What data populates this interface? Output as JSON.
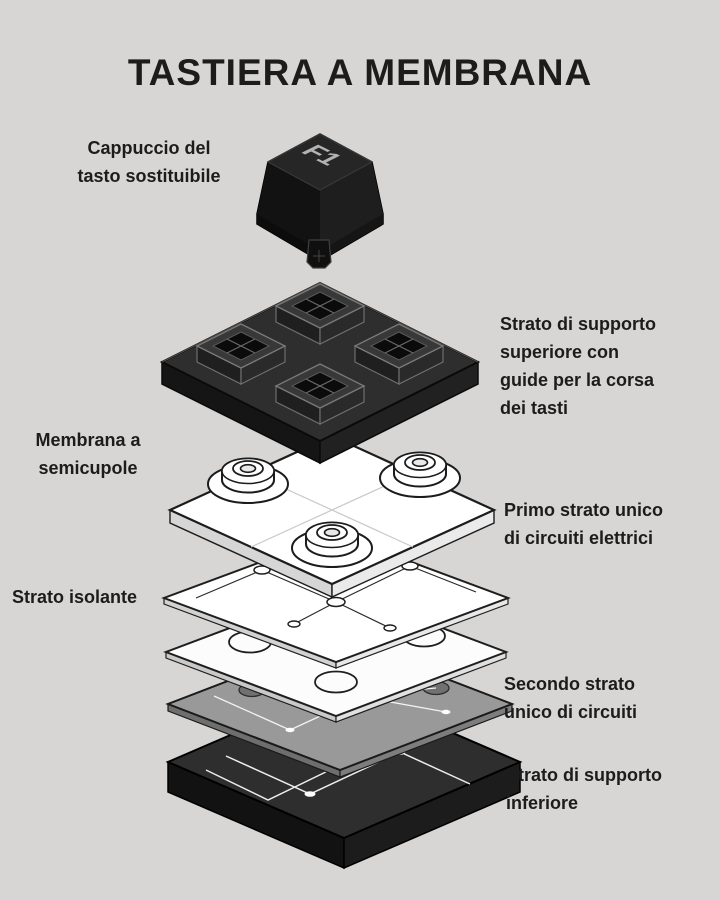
{
  "colors": {
    "background": "#d7d6d4",
    "text": "#1c1c1c",
    "dark-layer": "#2e2e2e",
    "white-layer": "#ffffff",
    "gray-layer": "#999999"
  },
  "title": "TASTIERA A MEMBRANA",
  "diagram": {
    "keycap_label": "F1"
  },
  "labels": {
    "keycap": {
      "lines": [
        "Cappuccio del",
        "tasto sostituibile"
      ]
    },
    "top_support": {
      "lines": [
        "Strato di supporto",
        "superiore con",
        "guide per la corsa",
        "dei tasti"
      ]
    },
    "membrane": {
      "lines": [
        "Membrana a",
        "semicupole"
      ]
    },
    "first_circuit": {
      "lines": [
        "Primo strato unico",
        "di circuiti elettrici"
      ]
    },
    "insulator": {
      "lines": [
        "Strato isolante"
      ]
    },
    "second_circuit": {
      "lines": [
        "Secondo strato",
        "unico di circuiti"
      ]
    },
    "bottom_support": {
      "lines": [
        "Strato di supporto",
        "inferiore"
      ]
    }
  }
}
